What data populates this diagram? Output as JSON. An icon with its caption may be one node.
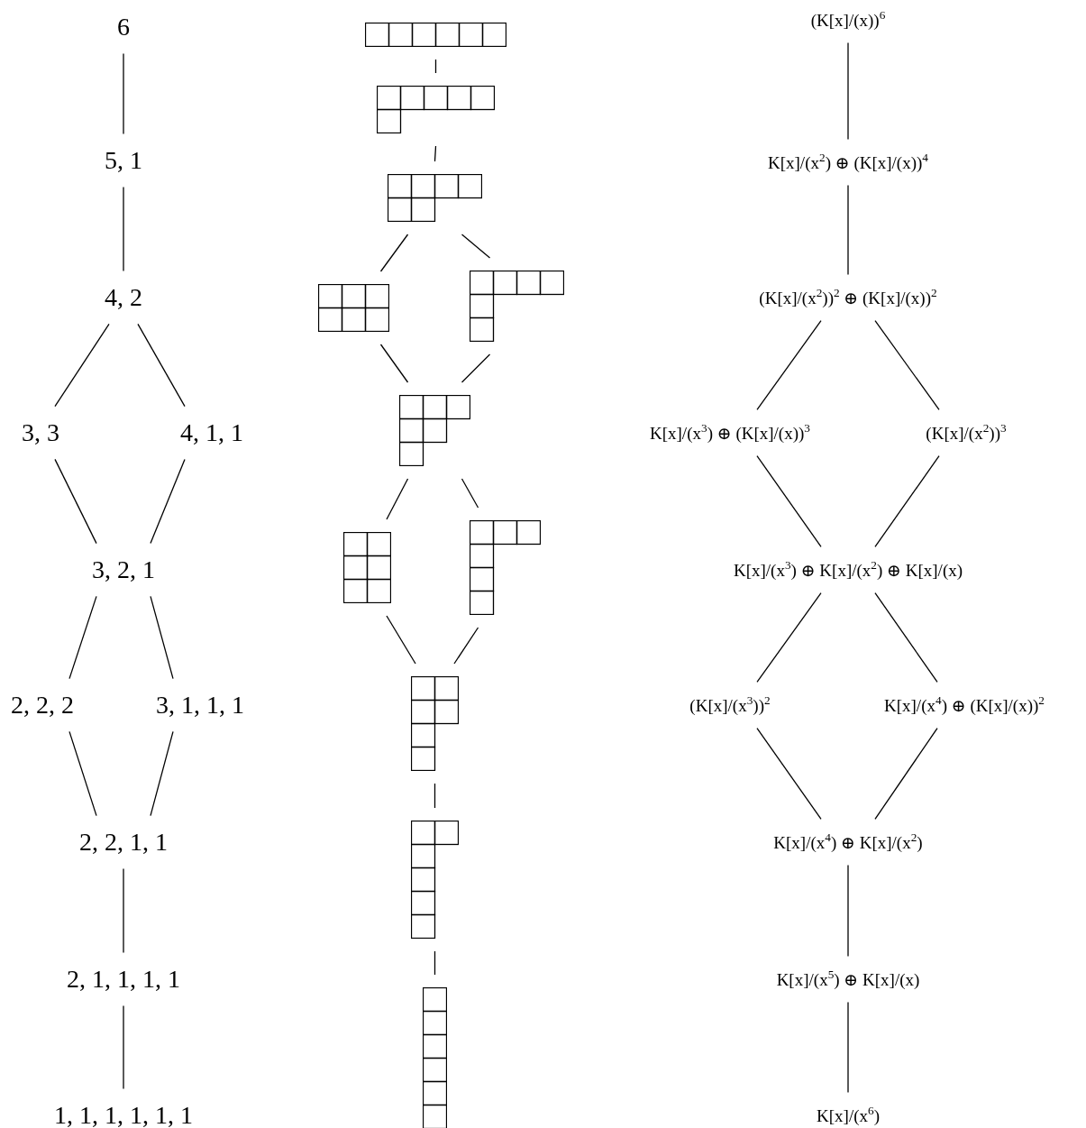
{
  "diagram": {
    "nodes": [
      {
        "text": [
          "6"
        ]
      },
      {
        "text": [
          "5, 1"
        ]
      },
      {
        "text": [
          "4, 2"
        ]
      },
      {
        "text": [
          "3, 3"
        ]
      },
      {
        "text": [
          "4, 1, 1"
        ]
      },
      {
        "text": [
          "3, 2, 1"
        ]
      },
      {
        "text": [
          "2, 2, 2"
        ]
      },
      {
        "text": [
          "3, 1, 1, 1"
        ]
      },
      {
        "text": [
          "2, 2, 1, 1"
        ]
      },
      {
        "text": [
          "2, 1, 1, 1, 1"
        ]
      },
      {
        "text": [
          "1, 1, 1, 1, 1, 1"
        ]
      },
      {
        "text": [],
        "shape": "picture"
      },
      {
        "text": [],
        "shape": "picture"
      },
      {
        "text": [],
        "shape": "picture"
      },
      {
        "text": [],
        "shape": "picture"
      },
      {
        "text": [],
        "shape": "picture"
      },
      {
        "text": [],
        "shape": "picture"
      },
      {
        "text": [],
        "shape": "picture"
      },
      {
        "text": [],
        "shape": "picture"
      },
      {
        "text": [],
        "shape": "picture"
      },
      {
        "text": [],
        "shape": "picture"
      },
      {
        "text": [],
        "shape": "picture"
      },
      {
        "text": [
          "(K[x]/(x))$^{6}$"
        ]
      },
      {
        "text": [
          "K[x]/(x$^{2}$) ⊕ (K[x]/(x))$^{4}$"
        ]
      },
      {
        "text": [
          "(K[x]/(x$^{2}$))$^{2}$ ⊕ (K[x]/(x))$^{2}$"
        ]
      },
      {
        "text": [
          "K[x]/(x$^{3}$) ⊕ (K[x]/(x))$^{3}$"
        ]
      },
      {
        "text": [
          "(K[x]/(x$^{2}$))$^{3}$"
        ]
      },
      {
        "text": [
          "K[x]/(x$^{3}$) ⊕ K[x]/(x$^{2}$) ⊕ K[x]/(x)"
        ]
      },
      {
        "text": [
          "(K[x]/(x$^{3}$))$^{2}$"
        ]
      },
      {
        "text": [
          "K[x]/(x$^{4}$) ⊕ (K[x]/(x))$^{2}$"
        ]
      },
      {
        "text": [
          "K[x]/(x$^{4}$) ⊕ K[x]/(x$^{2}$)"
        ]
      },
      {
        "text": [
          "K[x]/(x$^{5}$) ⊕ K[x]/(x)"
        ]
      },
      {
        "text": [
          "K[x]/(x$^{6}$)"
        ]
      }
    ],
    "edges": [
      {
        "from": 0,
        "to": 1,
        "arrow": "none"
      },
      {
        "from": 1,
        "to": 2,
        "arrow": "none"
      },
      {
        "from": 2,
        "to": 3,
        "arrow": "none"
      },
      {
        "from": 2,
        "to": 4,
        "arrow": "none"
      },
      {
        "from": 3,
        "to": 5,
        "arrow": "none"
      },
      {
        "from": 4,
        "to": 5,
        "arrow": "none"
      },
      {
        "from": 5,
        "to": 6,
        "arrow": "none"
      },
      {
        "from": 5,
        "to": 7,
        "arrow": "none"
      },
      {
        "from": 6,
        "to": 8,
        "arrow": "none"
      },
      {
        "from": 7,
        "to": 8,
        "arrow": "none"
      },
      {
        "from": 8,
        "to": 9,
        "arrow": "none"
      },
      {
        "from": 9,
        "to": 10,
        "arrow": "none"
      },
      {
        "from": 11,
        "to": 12,
        "arrow": "none"
      },
      {
        "from": 12,
        "to": 13,
        "arrow": "none"
      },
      {
        "from": 13,
        "to": 14,
        "arrow": "none"
      },
      {
        "from": 13,
        "to": 15,
        "arrow": "none"
      },
      {
        "from": 14,
        "to": 16,
        "arrow": "none"
      },
      {
        "from": 15,
        "to": 16,
        "arrow": "none"
      },
      {
        "from": 16,
        "to": 17,
        "arrow": "none"
      },
      {
        "from": 16,
        "to": 18,
        "arrow": "none"
      },
      {
        "from": 17,
        "to": 19,
        "arrow": "none"
      },
      {
        "from": 18,
        "to": 19,
        "arrow": "none"
      },
      {
        "from": 19,
        "to": 20,
        "arrow": "none"
      },
      {
        "from": 20,
        "to": 21,
        "arrow": "none"
      },
      {
        "from": 22,
        "to": 23,
        "arrow": "none"
      },
      {
        "from": 23,
        "to": 24,
        "arrow": "none"
      },
      {
        "from": 24,
        "to": 25,
        "arrow": "none"
      },
      {
        "from": 24,
        "to": 26,
        "arrow": "none"
      },
      {
        "from": 25,
        "to": 27,
        "arrow": "none"
      },
      {
        "from": 26,
        "to": 27,
        "arrow": "none"
      },
      {
        "from": 27,
        "to": 28,
        "arrow": "none"
      },
      {
        "from": 27,
        "to": 29,
        "arrow": "none"
      },
      {
        "from": 28,
        "to": 30,
        "arrow": "none"
      },
      {
        "from": 29,
        "to": 30,
        "arrow": "none"
      },
      {
        "from": 30,
        "to": 31,
        "arrow": "none"
      },
      {
        "from": 31,
        "to": 32,
        "arrow": "none"
      }
    ]
  }
}
